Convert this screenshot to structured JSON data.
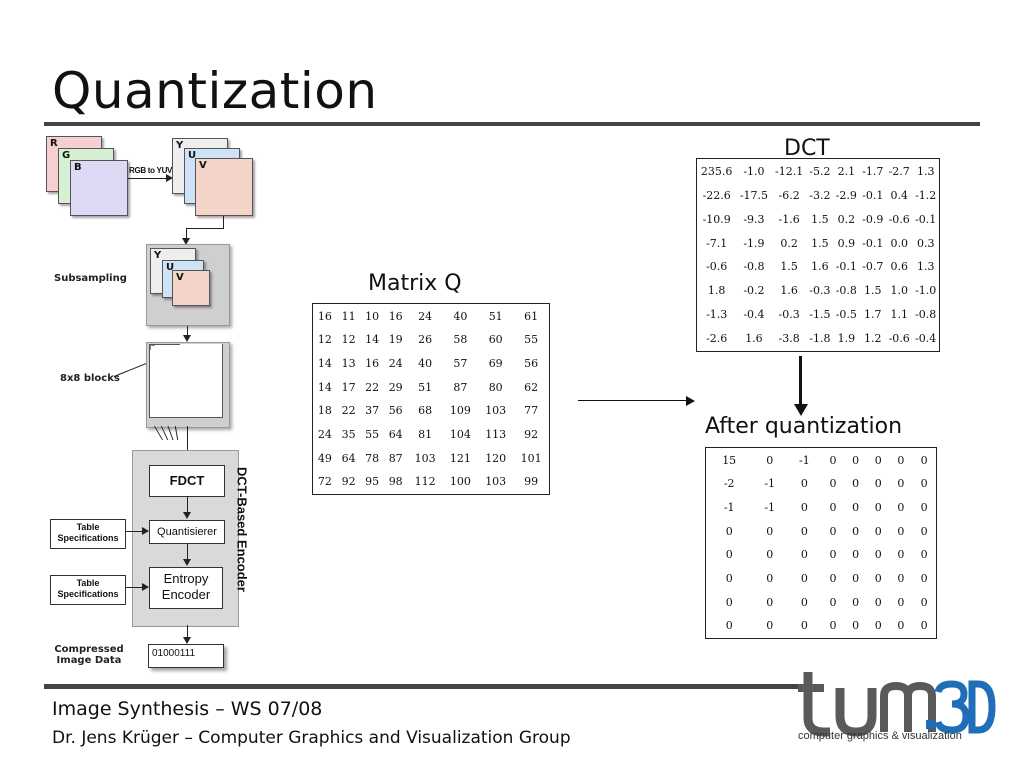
{
  "slide": {
    "title": "Quantization",
    "footer_line1": "Image Synthesis – WS 07/08",
    "footer_line2": "Dr. Jens Krüger – Computer Graphics and Visualization Group"
  },
  "logo": {
    "wordmark": "tum.3D",
    "tagline": "computer graphics & visualization"
  },
  "diagram": {
    "planes_rgb": [
      "R",
      "G",
      "B"
    ],
    "rgb_to_yuv": "RGB to YUV",
    "planes_yuv": [
      "Y",
      "U",
      "V"
    ],
    "subsampling": "Subsampling",
    "blocks": "8x8 blocks",
    "encoder_label": "DCT-Based Encoder",
    "fdct": "FDCT",
    "quantisierer": "Quantisierer",
    "entropy_line1": "Entropy",
    "entropy_line2": "Encoder",
    "table_spec_line1": "Table",
    "table_spec_line2": "Specifications",
    "compressed_line1": "Compressed",
    "compressed_line2": "Image Data",
    "bits": "01000111"
  },
  "matrix_q": {
    "caption": "Matrix Q",
    "rows": [
      [
        "16",
        "11",
        "10",
        "16",
        "24",
        "40",
        "51",
        "61"
      ],
      [
        "12",
        "12",
        "14",
        "19",
        "26",
        "58",
        "60",
        "55"
      ],
      [
        "14",
        "13",
        "16",
        "24",
        "40",
        "57",
        "69",
        "56"
      ],
      [
        "14",
        "17",
        "22",
        "29",
        "51",
        "87",
        "80",
        "62"
      ],
      [
        "18",
        "22",
        "37",
        "56",
        "68",
        "109",
        "103",
        "77"
      ],
      [
        "24",
        "35",
        "55",
        "64",
        "81",
        "104",
        "113",
        "92"
      ],
      [
        "49",
        "64",
        "78",
        "87",
        "103",
        "121",
        "120",
        "101"
      ],
      [
        "72",
        "92",
        "95",
        "98",
        "112",
        "100",
        "103",
        "99"
      ]
    ]
  },
  "dct": {
    "caption": "DCT",
    "rows": [
      [
        "235.6",
        "-1.0",
        "-12.1",
        "-5.2",
        "2.1",
        "-1.7",
        "-2.7",
        "1.3"
      ],
      [
        "-22.6",
        "-17.5",
        "-6.2",
        "-3.2",
        "-2.9",
        "-0.1",
        "0.4",
        "-1.2"
      ],
      [
        "-10.9",
        "-9.3",
        "-1.6",
        "1.5",
        "0.2",
        "-0.9",
        "-0.6",
        "-0.1"
      ],
      [
        "-7.1",
        "-1.9",
        "0.2",
        "1.5",
        "0.9",
        "-0.1",
        "0.0",
        "0.3"
      ],
      [
        "-0.6",
        "-0.8",
        "1.5",
        "1.6",
        "-0.1",
        "-0.7",
        "0.6",
        "1.3"
      ],
      [
        "1.8",
        "-0.2",
        "1.6",
        "-0.3",
        "-0.8",
        "1.5",
        "1.0",
        "-1.0"
      ],
      [
        "-1.3",
        "-0.4",
        "-0.3",
        "-1.5",
        "-0.5",
        "1.7",
        "1.1",
        "-0.8"
      ],
      [
        "-2.6",
        "1.6",
        "-3.8",
        "-1.8",
        "1.9",
        "1.2",
        "-0.6",
        "-0.4"
      ]
    ]
  },
  "quantized": {
    "caption": "After quantization",
    "rows": [
      [
        "15",
        "0",
        "-1",
        "0",
        "0",
        "0",
        "0",
        "0"
      ],
      [
        "-2",
        "-1",
        "0",
        "0",
        "0",
        "0",
        "0",
        "0"
      ],
      [
        "-1",
        "-1",
        "0",
        "0",
        "0",
        "0",
        "0",
        "0"
      ],
      [
        "0",
        "0",
        "0",
        "0",
        "0",
        "0",
        "0",
        "0"
      ],
      [
        "0",
        "0",
        "0",
        "0",
        "0",
        "0",
        "0",
        "0"
      ],
      [
        "0",
        "0",
        "0",
        "0",
        "0",
        "0",
        "0",
        "0"
      ],
      [
        "0",
        "0",
        "0",
        "0",
        "0",
        "0",
        "0",
        "0"
      ],
      [
        "0",
        "0",
        "0",
        "0",
        "0",
        "0",
        "0",
        "0"
      ]
    ]
  }
}
